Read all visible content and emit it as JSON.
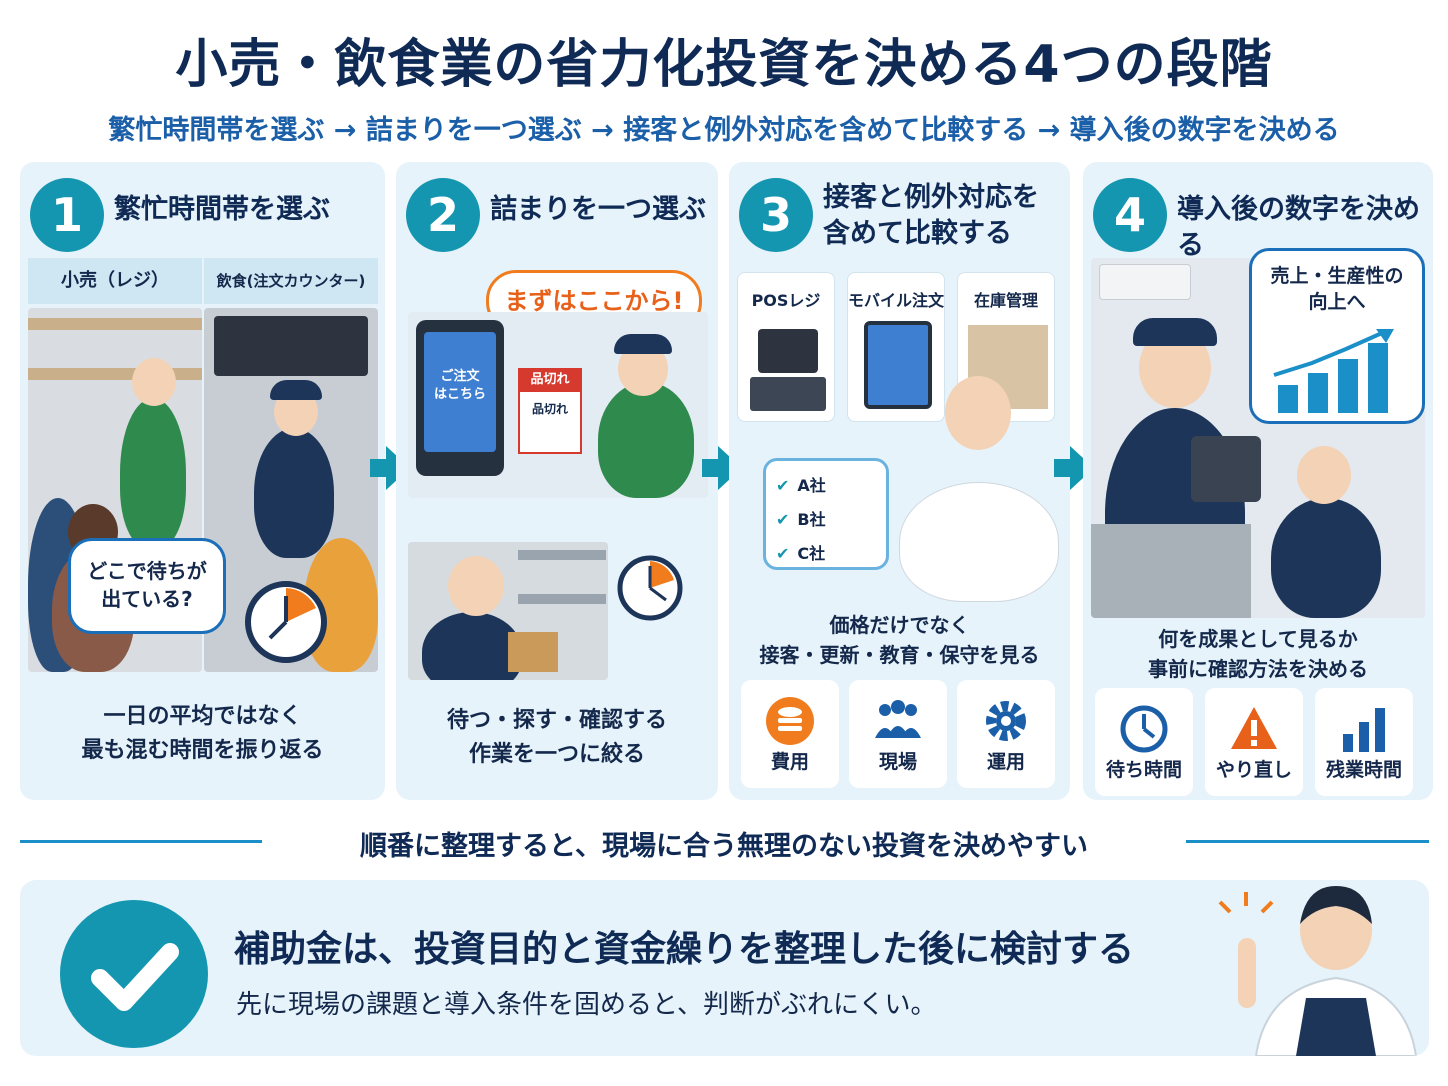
{
  "title": "小売・飲食業の省力化投資を決める4つの段階",
  "subtitle": "繁忙時間帯を選ぶ → 詰まりを一つ選ぶ → 接客と例外対応を含めて比較する → 導入後の数字を決める",
  "steps": [
    {
      "number": "1",
      "title": "繁忙時間帯を選ぶ",
      "labels": [
        "小売（レジ）",
        "飲食(注文カウンター)"
      ],
      "bubble": "どこで待ちが\n出ている?",
      "caption": "一日の平均ではなく\n最も混む時間を振り返る"
    },
    {
      "number": "2",
      "title": "詰まりを一つ選ぶ",
      "bubble": "まずはここから!",
      "kiosk_text": "ご注文\nはこちら",
      "sign_text": "品切れ",
      "sign_sub": "品切れ",
      "caption": "待つ・探す・確認する\n作業を一つに絞る"
    },
    {
      "number": "3",
      "title": "接客と例外対応を\n含めて比較する",
      "tools": [
        "POSレジ",
        "モバイル注文",
        "在庫管理"
      ],
      "companies": [
        "A社",
        "B社",
        "C社"
      ],
      "caption": "価格だけでなく\n接客・更新・教育・保守を見る",
      "factors": [
        "費用",
        "現場",
        "運用"
      ]
    },
    {
      "number": "4",
      "title": "導入後の数字を決める",
      "bubble": "売上・生産性の\n向上へ",
      "caption": "何を成果として見るか\n事前に確認方法を決める",
      "factors": [
        "待ち時間",
        "やり直し",
        "残業時間"
      ]
    }
  ],
  "divider": "順番に整理すると、現場に合う無理のない投資を決めやすい",
  "bottom": {
    "title": "補助金は、投資目的と資金繰りを整理した後に検討する",
    "sub": "先に現場の課題と導入条件を固めると、判断がぶれにくい。"
  },
  "colors": {
    "accent": "#1596b0",
    "navy": "#0f2a55",
    "blue": "#1b5fa8",
    "orange": "#f07c1e",
    "panel_bg": "#e6f3fa"
  }
}
